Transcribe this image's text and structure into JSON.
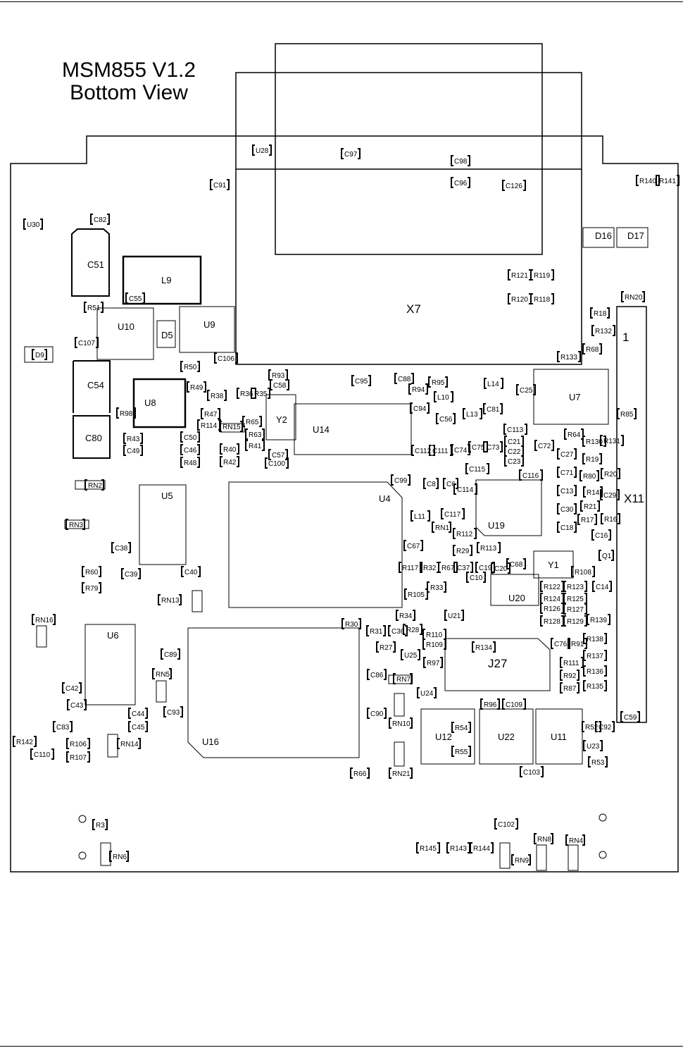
{
  "title": {
    "line1": "MSM855 V1.2",
    "line2": "Bottom View"
  },
  "big_labels": [
    "X7",
    "X11",
    "J27",
    "U14",
    "U4",
    "U16",
    "U19",
    "U5",
    "U6",
    "L9",
    "C51",
    "C54",
    "C80",
    "U12",
    "U22",
    "U11",
    "U10",
    "U9",
    "U8",
    "U7",
    "U20",
    "Y1",
    "Y2",
    "D5",
    "D16",
    "D17",
    "1"
  ],
  "component_labels": [
    "U28",
    "C97",
    "C98",
    "C96",
    "C91",
    "C126",
    "R140",
    "R141",
    "U30",
    "C82",
    "D9",
    "R51",
    "C55",
    "C107",
    "R50",
    "C106",
    "R49",
    "R38",
    "R98",
    "R47",
    "R114",
    "C50",
    "R43",
    "C49",
    "C46",
    "R48",
    "RN15",
    "R65",
    "R63",
    "R41",
    "R40",
    "R42",
    "C57",
    "C100",
    "R36",
    "R35",
    "R93",
    "C58",
    "C95",
    "C88",
    "R95",
    "R94",
    "L10",
    "C94",
    "C56",
    "L14",
    "L13",
    "C81",
    "C25",
    "R133",
    "R68",
    "R132",
    "R18",
    "R85",
    "RN20",
    "C113",
    "C21",
    "C22",
    "C23",
    "C112",
    "C111",
    "C74",
    "C75",
    "C73",
    "C115",
    "C72",
    "C116",
    "R64",
    "R130",
    "R131",
    "C27",
    "R19",
    "C71",
    "R80",
    "R20",
    "C13",
    "R14",
    "C29",
    "C30",
    "R21",
    "C18",
    "R17",
    "R16",
    "C16",
    "Q1",
    "C14",
    "R108",
    "C99",
    "C8",
    "C6",
    "C114",
    "L11",
    "C117",
    "RN1",
    "R112",
    "R29",
    "R113",
    "C19",
    "C20",
    "C68",
    "C67",
    "R117",
    "R32",
    "R67",
    "C37",
    "C10",
    "R33",
    "R105",
    "R122",
    "R123",
    "R124",
    "R125",
    "R126",
    "R127",
    "R128",
    "R129",
    "R139",
    "R138",
    "R137",
    "R136",
    "R135",
    "R91",
    "C76",
    "R111",
    "R92",
    "R87",
    "R121",
    "R119",
    "R120",
    "R118",
    "RN2",
    "RN3",
    "C38",
    "R60",
    "C39",
    "C40",
    "R79",
    "RN13",
    "RN16",
    "C89",
    "RN5",
    "C42",
    "C43",
    "C44",
    "C45",
    "C93",
    "C83",
    "R106",
    "R107",
    "R142",
    "C110",
    "RN14",
    "R30",
    "R31",
    "C36",
    "R28",
    "R27",
    "R34",
    "U21",
    "R110",
    "R109",
    "R134",
    "U25",
    "R97",
    "C86",
    "RN7",
    "U24",
    "C90",
    "RN10",
    "R96",
    "C109",
    "R54",
    "R55",
    "R52",
    "C92",
    "U23",
    "R53",
    "C59",
    "C103",
    "RN21",
    "R66",
    "R3",
    "RN6",
    "C102",
    "R145",
    "R143",
    "R144",
    "RN8",
    "RN4",
    "RN9"
  ]
}
